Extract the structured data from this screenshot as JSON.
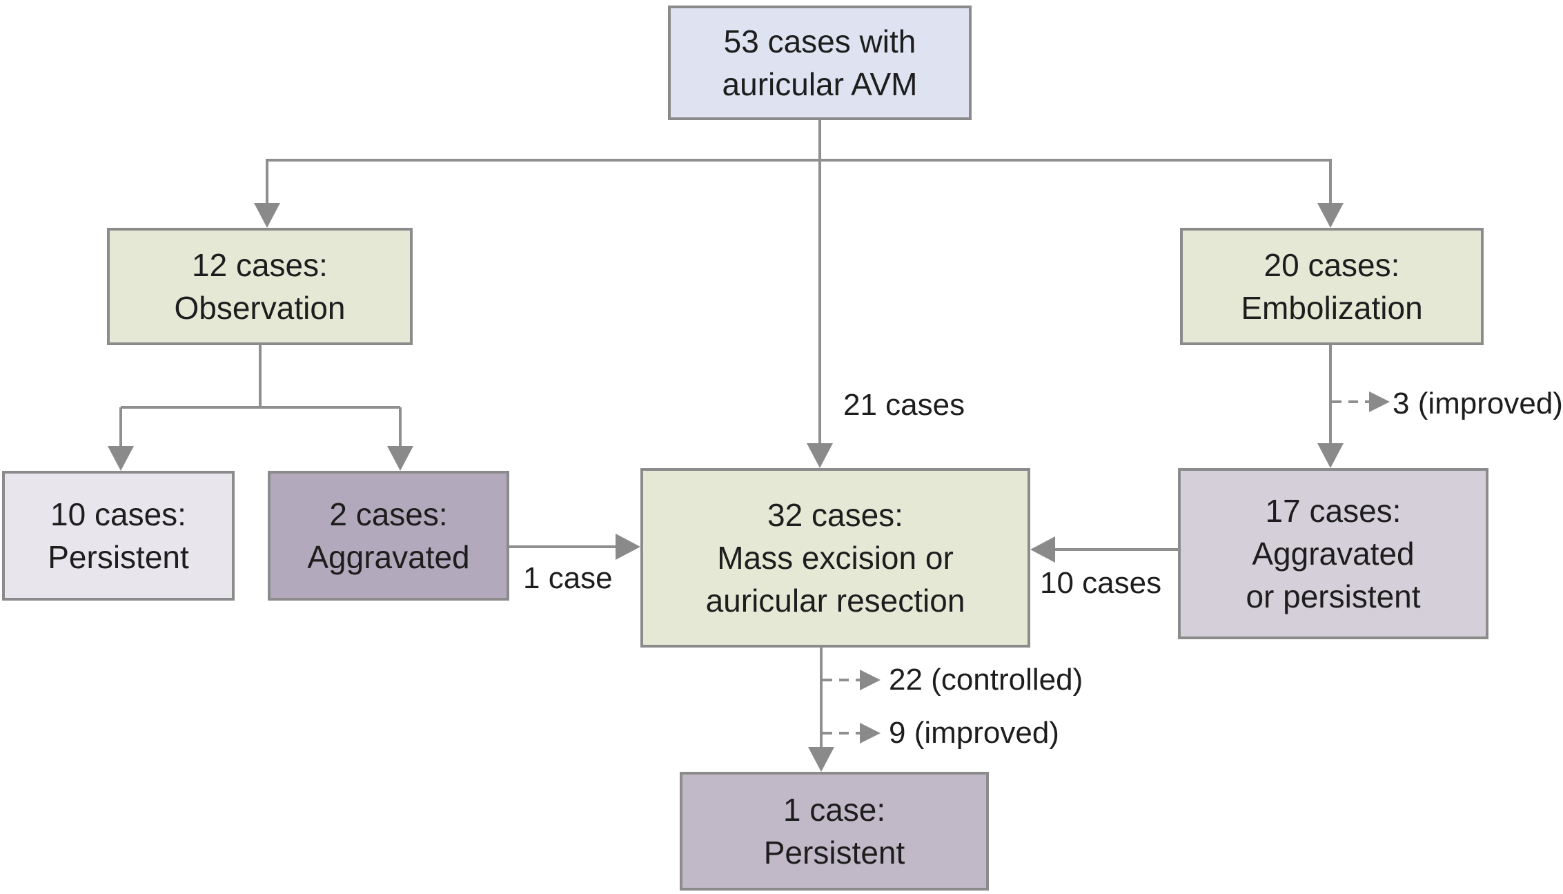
{
  "colors": {
    "node_blue": "#dfe3f1",
    "node_green": "#e4e8d4",
    "node_lavender_light": "#e9e5ed",
    "node_mauve_dark": "#b3a9bc",
    "node_mauve_light": "#d5cfda",
    "node_mauve_mid": "#c1b8c8",
    "border_gray": "#8b8b8b",
    "line_gray": "#8f8f8f",
    "arrow_gray": "#8a8a8a",
    "text": "#1d1d1d"
  },
  "nodes": {
    "root": {
      "text": "53 cases with\nauricular AVM"
    },
    "observation": {
      "text": "12 cases:\nObservation"
    },
    "embolization": {
      "text": "20 cases:\nEmbolization"
    },
    "persistent10": {
      "text": "10 cases:\nPersistent"
    },
    "aggravated2": {
      "text": "2 cases:\nAggravated"
    },
    "excision": {
      "text": "32 cases:\nMass excision or\nauricular resection"
    },
    "aggravated17": {
      "text": "17 cases:\nAggravated\nor persistent"
    },
    "persistent1": {
      "text": "1 case:\nPersistent"
    }
  },
  "edge_labels": {
    "root_to_excision": "21 cases",
    "aggravated2_to_excision": "1 case",
    "aggravated17_to_excision": "10 cases",
    "embolization_improved": "3 (improved)",
    "excision_controlled": "22 (controlled)",
    "excision_improved": "9 (improved)"
  }
}
